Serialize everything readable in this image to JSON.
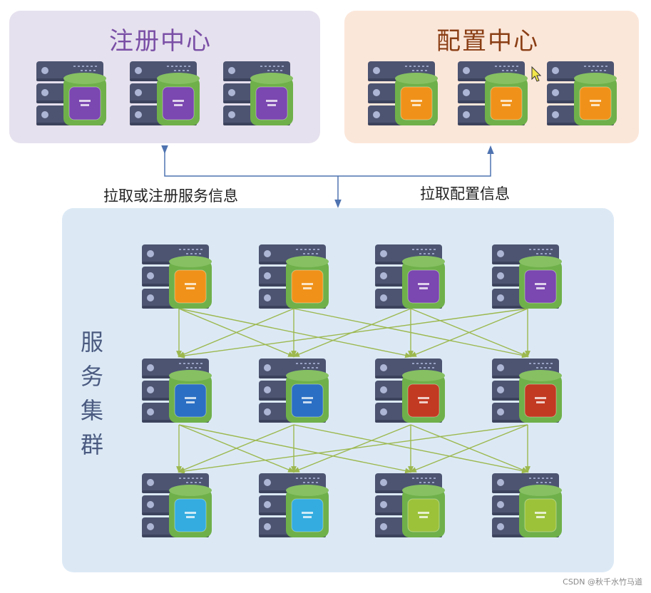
{
  "registry": {
    "title": "注册中心",
    "color": "#7a4fa6",
    "bg": "#e6e1ee"
  },
  "config": {
    "title": "配置中心",
    "color": "#8a3e14",
    "bg": "#fbe7da"
  },
  "cluster": {
    "label": "服务集群",
    "bg": "#dce9f5"
  },
  "labels": {
    "left": "拉取或注册服务信息",
    "right": "拉取配置信息"
  },
  "watermark": "CSDN @秋千水竹马道",
  "tile_colors": {
    "purple": "#7b47b0",
    "orange": "#f0921a",
    "blue": "#2b6fc4",
    "red": "#c23a22",
    "cyan": "#34ace0",
    "lime": "#9cc23a",
    "green": "#6fb04a",
    "arrow": "#9cb84e",
    "link": "#4f73b0"
  },
  "icons": [
    "server-icon",
    "database-icon",
    "arrow-icon",
    "mouse-cursor-icon"
  ]
}
